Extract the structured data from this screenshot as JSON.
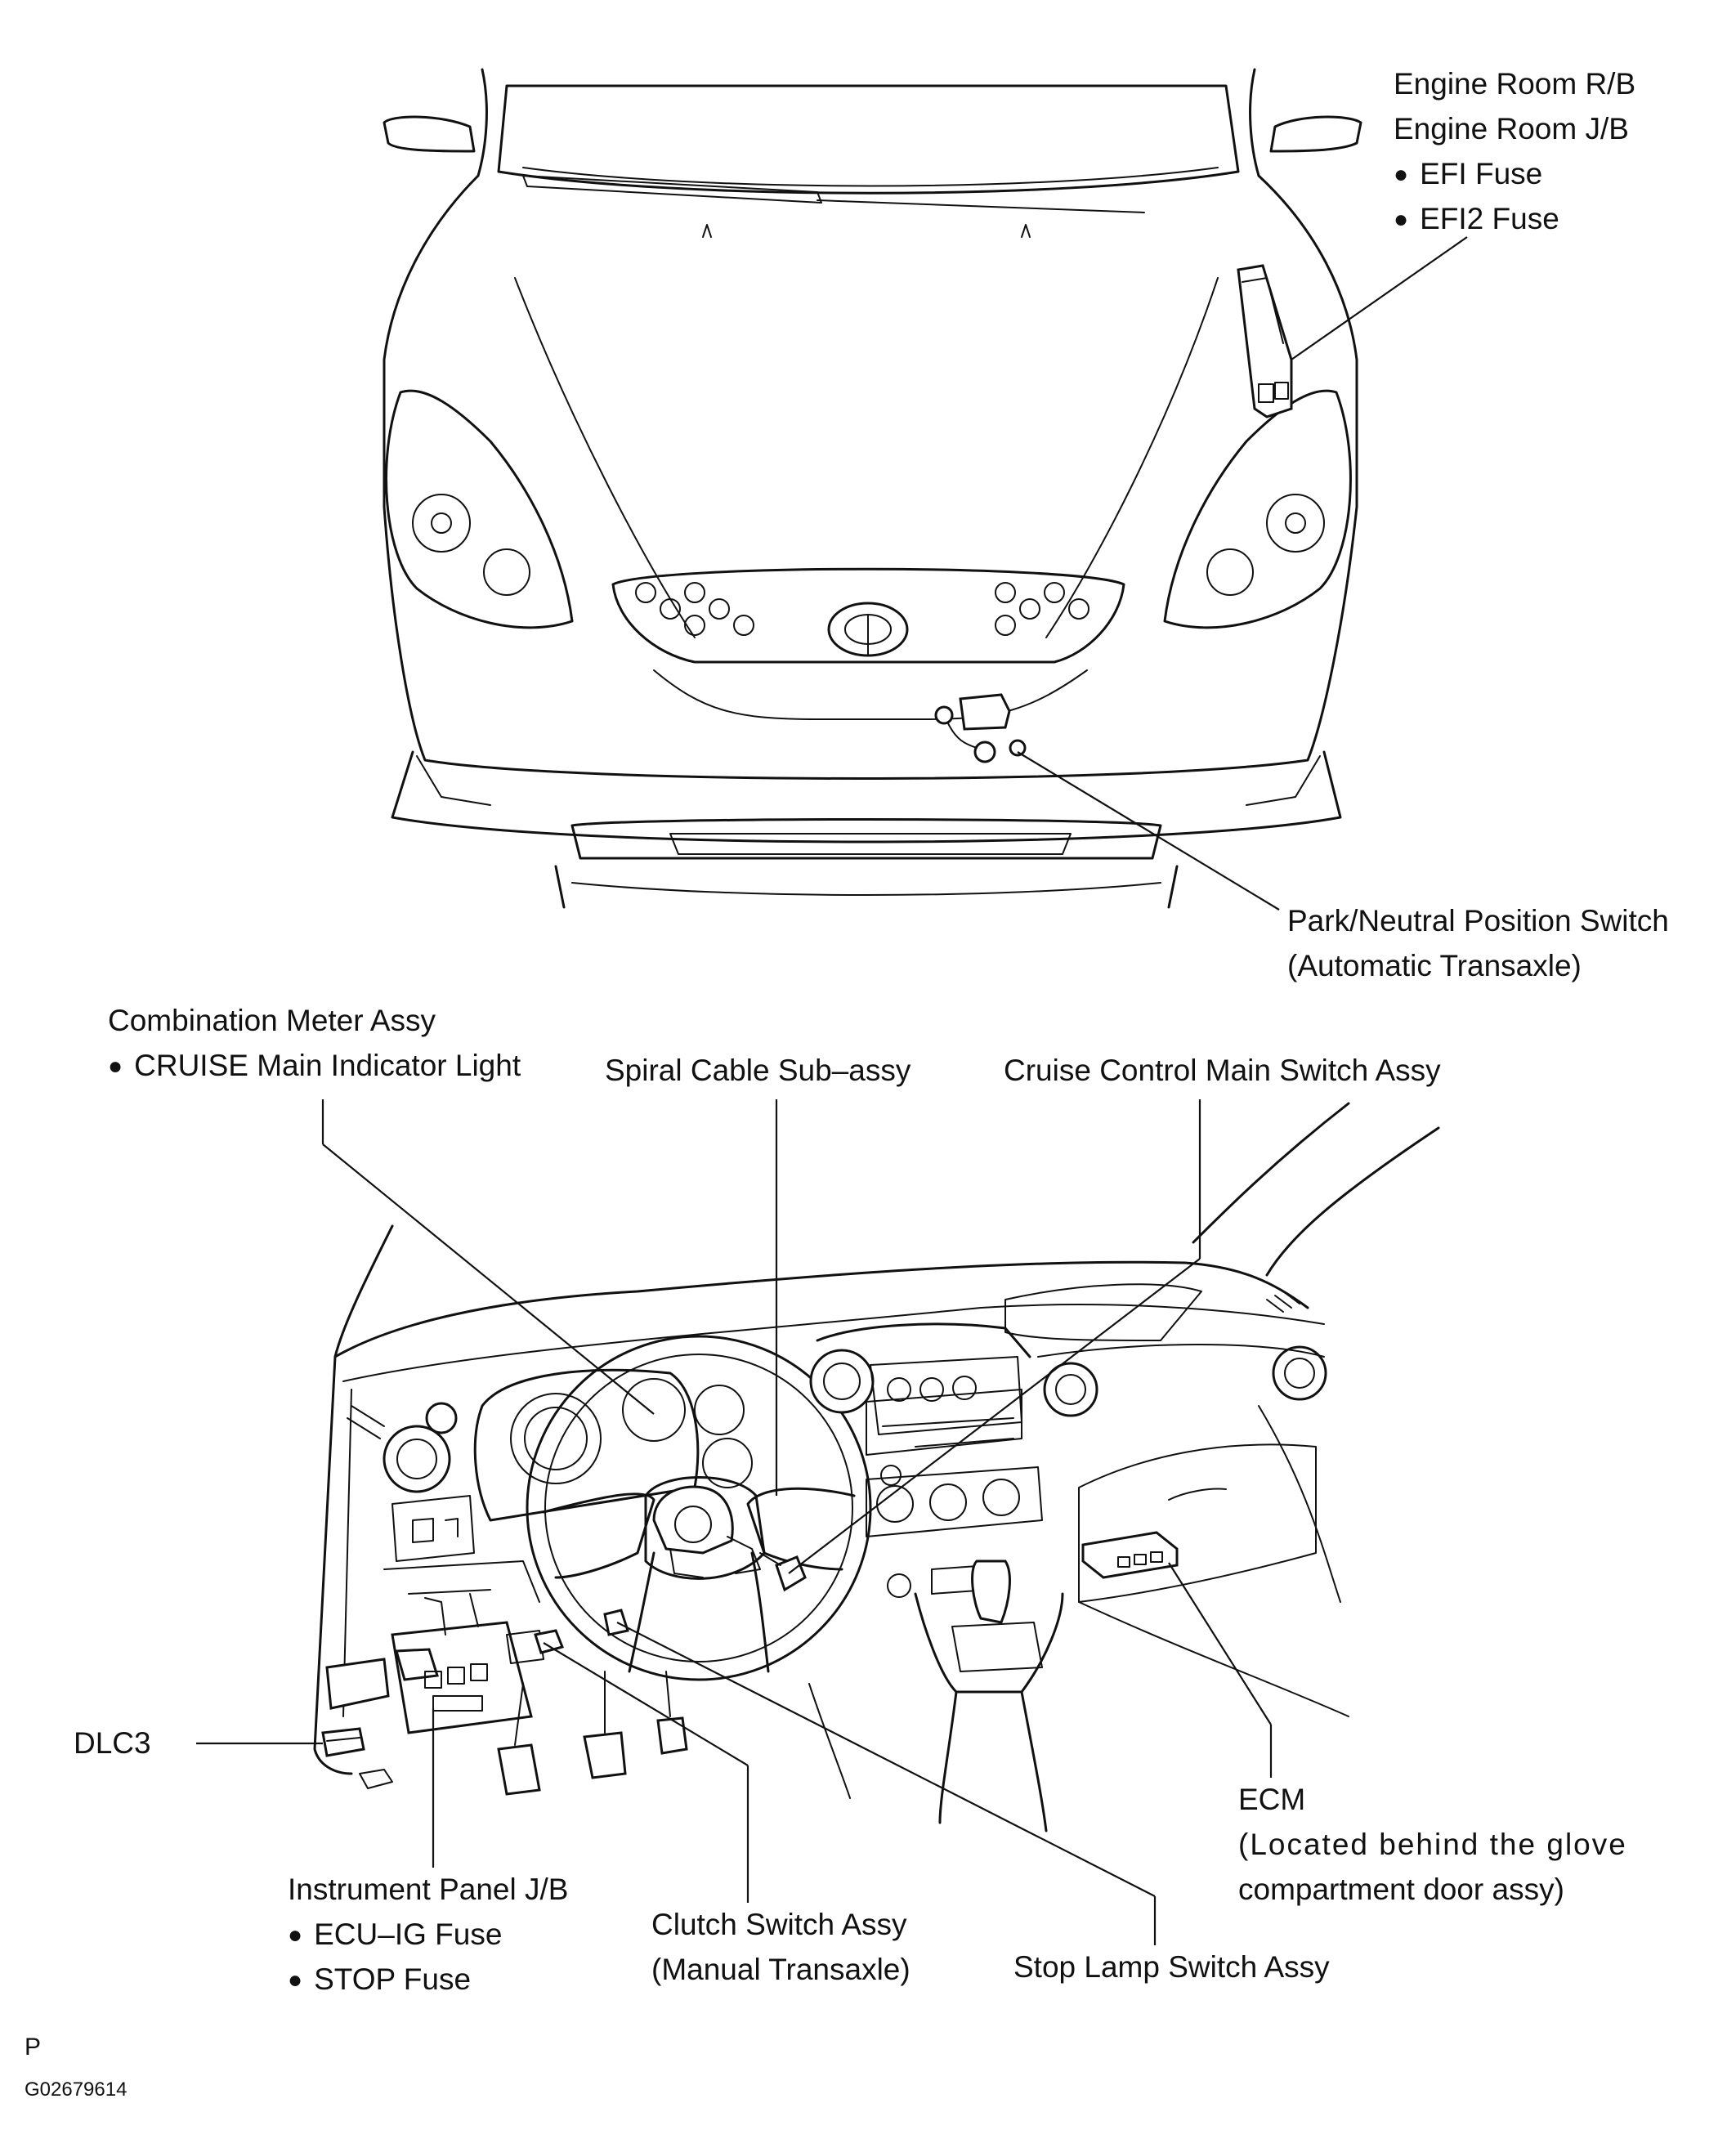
{
  "labels": {
    "engine_room_rb": "Engine Room R/B",
    "engine_room_jb": "Engine Room J/B",
    "efi_fuse": "EFI Fuse",
    "efi2_fuse": "EFI2 Fuse",
    "park_neutral_line1": "Park/Neutral Position Switch",
    "park_neutral_line2": "(Automatic Transaxle)",
    "combination_meter": "Combination Meter Assy",
    "cruise_indicator": "CRUISE Main Indicator Light",
    "spiral_cable": "Spiral Cable Sub–assy",
    "cruise_main_switch": "Cruise Control Main Switch Assy",
    "dlc3": "DLC3",
    "instrument_panel_jb": "Instrument Panel J/B",
    "ecu_ig_fuse": "ECU–IG Fuse",
    "stop_fuse": "STOP Fuse",
    "clutch_switch_line1": "Clutch Switch Assy",
    "clutch_switch_line2": "(Manual Transaxle)",
    "stop_lamp_switch": "Stop Lamp Switch Assy",
    "ecm": "ECM",
    "ecm_note_line1": "(Located behind the glove",
    "ecm_note_line2": "compartment door assy)"
  },
  "footer": {
    "page_letter": "P",
    "figure_code": "G02679614"
  }
}
